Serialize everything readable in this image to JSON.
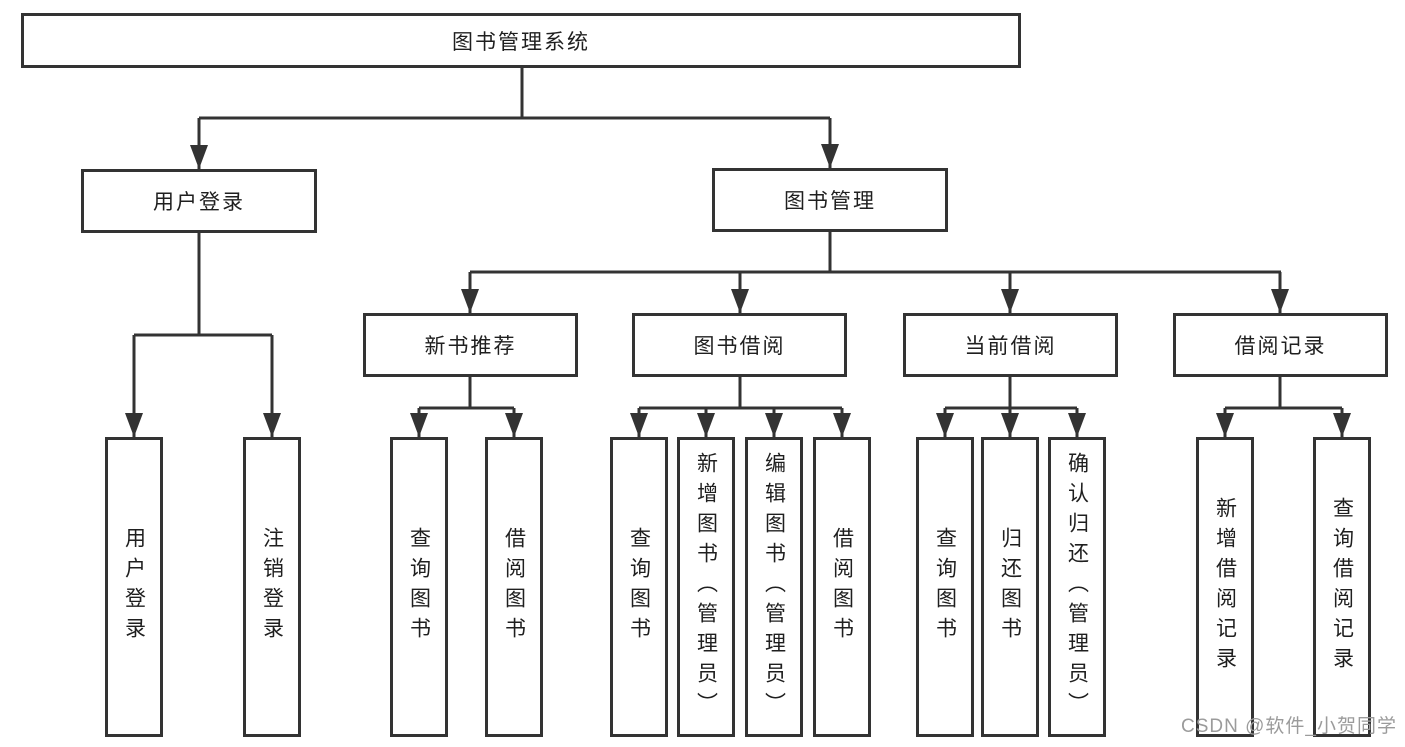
{
  "tree": {
    "label": "图书管理系统",
    "children": [
      {
        "label": "用户登录",
        "children": [
          {
            "label": "用户登录"
          },
          {
            "label": "注销登录"
          }
        ]
      },
      {
        "label": "图书管理",
        "children": [
          {
            "label": "新书推荐",
            "children": [
              {
                "label": "查询图书"
              },
              {
                "label": "借阅图书"
              }
            ]
          },
          {
            "label": "图书借阅",
            "children": [
              {
                "label": "查询图书"
              },
              {
                "label": "新增图书（管理员）"
              },
              {
                "label": "编辑图书（管理员）"
              },
              {
                "label": "借阅图书"
              }
            ]
          },
          {
            "label": "当前借阅",
            "children": [
              {
                "label": "查询图书"
              },
              {
                "label": "归还图书"
              },
              {
                "label": "确认归还（管理员）"
              }
            ]
          },
          {
            "label": "借阅记录",
            "children": [
              {
                "label": "新增借阅记录"
              },
              {
                "label": "查询借阅记录"
              }
            ]
          }
        ]
      }
    ]
  },
  "watermark": {
    "text": "CSDN @软件_小贺同学"
  },
  "colors": {
    "line": "#333333",
    "box_border": "#333333",
    "text": "#1f1f1f",
    "watermark": "#9b9b9b",
    "background": "#ffffff"
  }
}
